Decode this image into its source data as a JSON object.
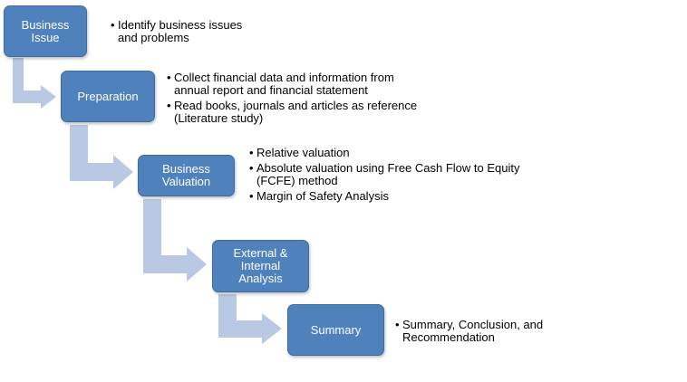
{
  "steps": [
    {
      "label": "Business\nIssue",
      "bullets": [
        "Identify business issues\nand problems"
      ]
    },
    {
      "label": "Preparation",
      "bullets": [
        "Collect financial data and information from\nannual report and financial statement",
        "Read books, journals and articles as reference\n(Literature study)"
      ]
    },
    {
      "label": "Business\nValuation",
      "bullets": [
        "Relative valuation",
        "Absolute valuation using Free Cash Flow to Equity\n(FCFE) method",
        "Margin of Safety Analysis"
      ]
    },
    {
      "label": "External &\nInternal\nAnalysis",
      "bullets": []
    },
    {
      "label": "Summary",
      "bullets": [
        "Summary, Conclusion, and\nRecommendation"
      ]
    }
  ],
  "colors": {
    "box_fill": "#4f81bd",
    "box_text": "#ffffff",
    "arrow_fill": "#b9c9e3"
  }
}
